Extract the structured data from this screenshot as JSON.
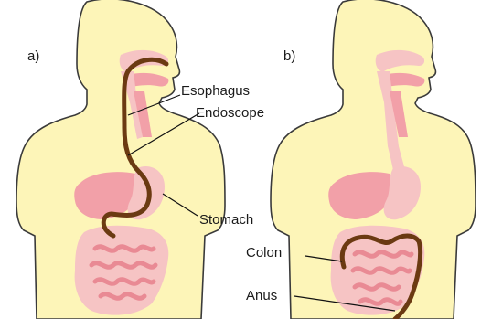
{
  "panels": [
    {
      "id": "a",
      "label": "a)"
    },
    {
      "id": "b",
      "label": "b)"
    }
  ],
  "labels": {
    "esophagus": "Esophagus",
    "endoscope": "Endoscope",
    "stomach": "Stomach",
    "colon": "Colon",
    "anus": "Anus"
  },
  "colors": {
    "skin": "#fdf5b8",
    "organ_light": "#f6c4c4",
    "organ_mid": "#f2a0a8",
    "organ_dark": "#e98a94",
    "endoscope": "#6b3a12",
    "outline": "#3a3a3a"
  }
}
